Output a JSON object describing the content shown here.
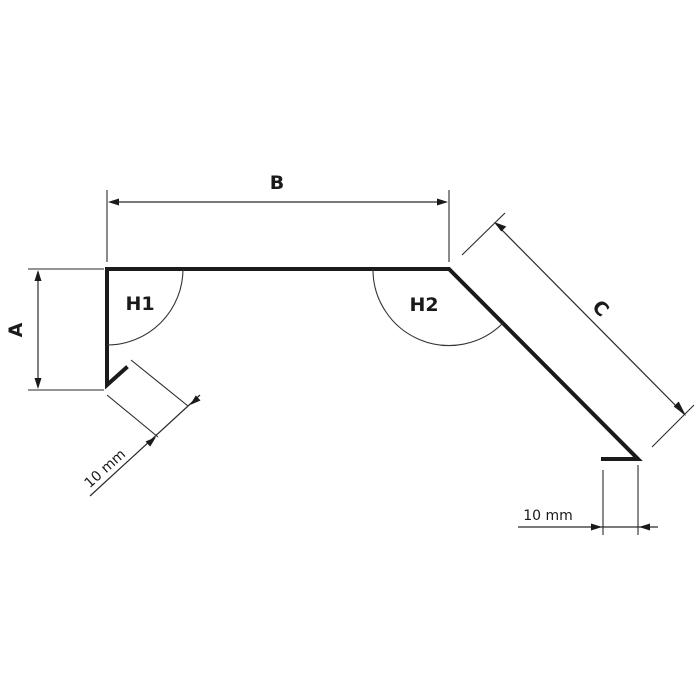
{
  "diagram": {
    "labels": {
      "a": "A",
      "b": "B",
      "c": "C",
      "h1": "H1",
      "h2": "H2",
      "hem_left": "10 mm",
      "hem_right": "10 mm"
    },
    "colors": {
      "line": "#1a1a1a",
      "background": "#ffffff"
    }
  }
}
